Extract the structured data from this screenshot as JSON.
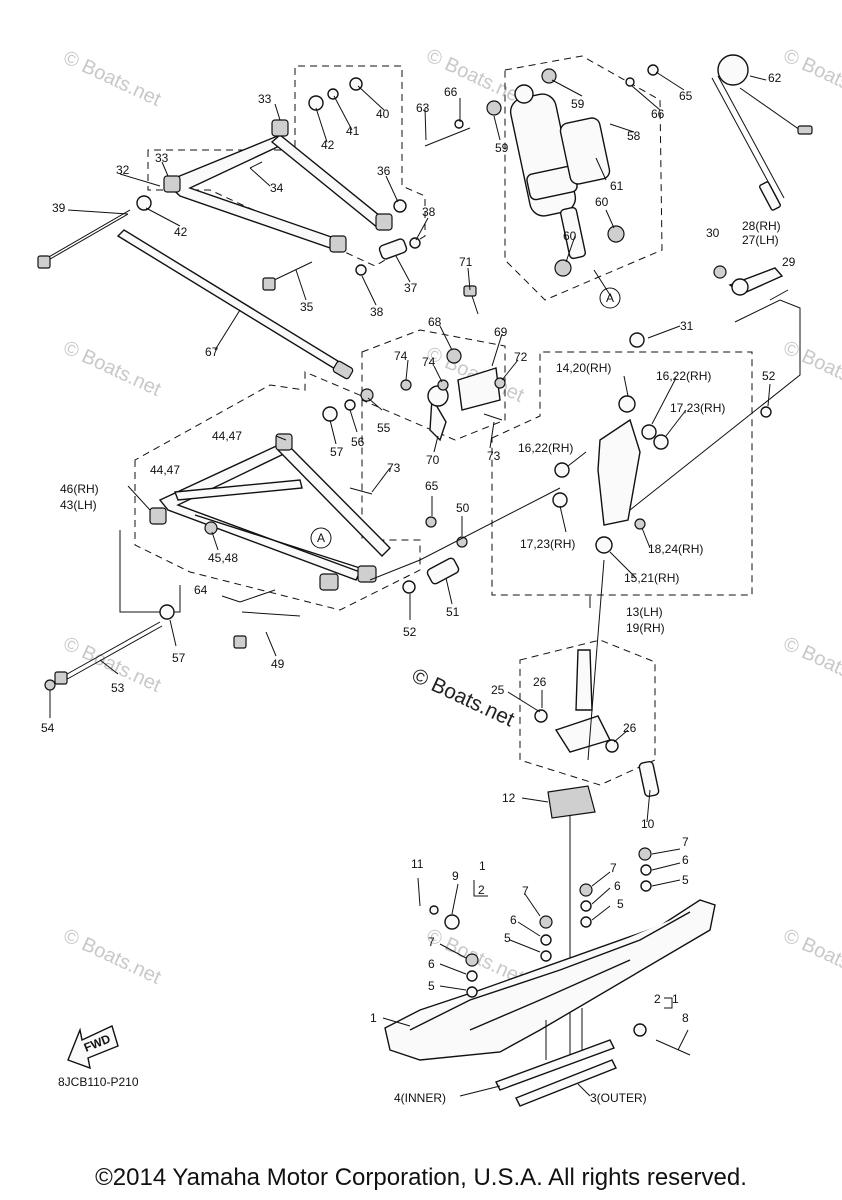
{
  "watermark": "© Boats.net",
  "watermark_center": "© Boats.net",
  "diagram_code": "8JCB110-P210",
  "fwd_label": "FWD",
  "copyright": "©2014 Yamaha Motor Corporation, U.S.A. All rights reserved.",
  "callouts": [
    "1",
    "1",
    "1",
    "2",
    "2",
    "3(OUTER)",
    "4(INNER)",
    "5",
    "5",
    "5",
    "5",
    "5",
    "6",
    "6",
    "6",
    "6",
    "6",
    "7",
    "7",
    "7",
    "7",
    "7",
    "8",
    "9",
    "10",
    "11",
    "12",
    "13(LH)",
    "19(RH)",
    "14,20(RH)",
    "15,21(RH)",
    "16,22(RH)",
    "16,22(RH)",
    "17,23(RH)",
    "17,23(RH)",
    "18,24(RH)",
    "25",
    "26",
    "26",
    "27(LH)",
    "28(RH)",
    "29",
    "30",
    "31",
    "32",
    "33",
    "33",
    "34",
    "35",
    "36",
    "37",
    "38",
    "38",
    "39",
    "40",
    "41",
    "42",
    "42",
    "43(LH)",
    "46(RH)",
    "44,47",
    "44,47",
    "45,48",
    "49",
    "50",
    "51",
    "52",
    "52",
    "53",
    "54",
    "55",
    "56",
    "57",
    "57",
    "58",
    "59",
    "59",
    "60",
    "60",
    "61",
    "62",
    "63",
    "64",
    "65",
    "65",
    "66",
    "66",
    "67",
    "68",
    "69",
    "70",
    "71",
    "72",
    "73",
    "73",
    "74",
    "74",
    "A",
    "A"
  ]
}
